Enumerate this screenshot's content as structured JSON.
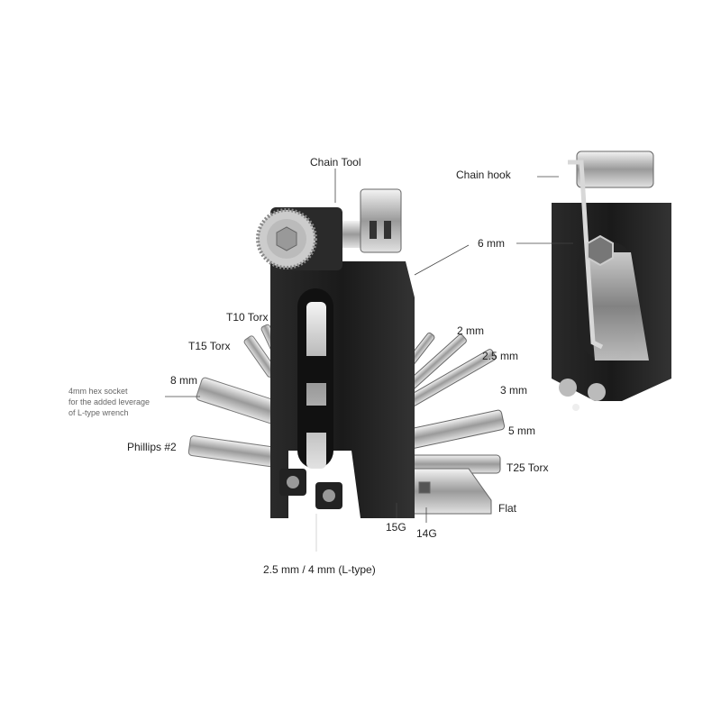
{
  "labels": {
    "chain_tool": "Chain Tool",
    "chain_hook": "Chain hook",
    "six_mm": "6 mm",
    "t10": "T10 Torx",
    "t15": "T15 Torx",
    "eight_mm": "8 mm",
    "phillips": "Phillips #2",
    "two_mm": "2 mm",
    "two_five_mm": "2.5 mm",
    "three_mm": "3 mm",
    "five_mm": "5 mm",
    "t25": "T25 Torx",
    "flat": "Flat",
    "g15": "15G",
    "g14": "14G",
    "ltype": "2.5 mm / 4 mm (L-type)"
  },
  "note": {
    "line1": "4mm hex socket",
    "line2": "for the added leverage",
    "line3": "of L-type wrench"
  }
}
